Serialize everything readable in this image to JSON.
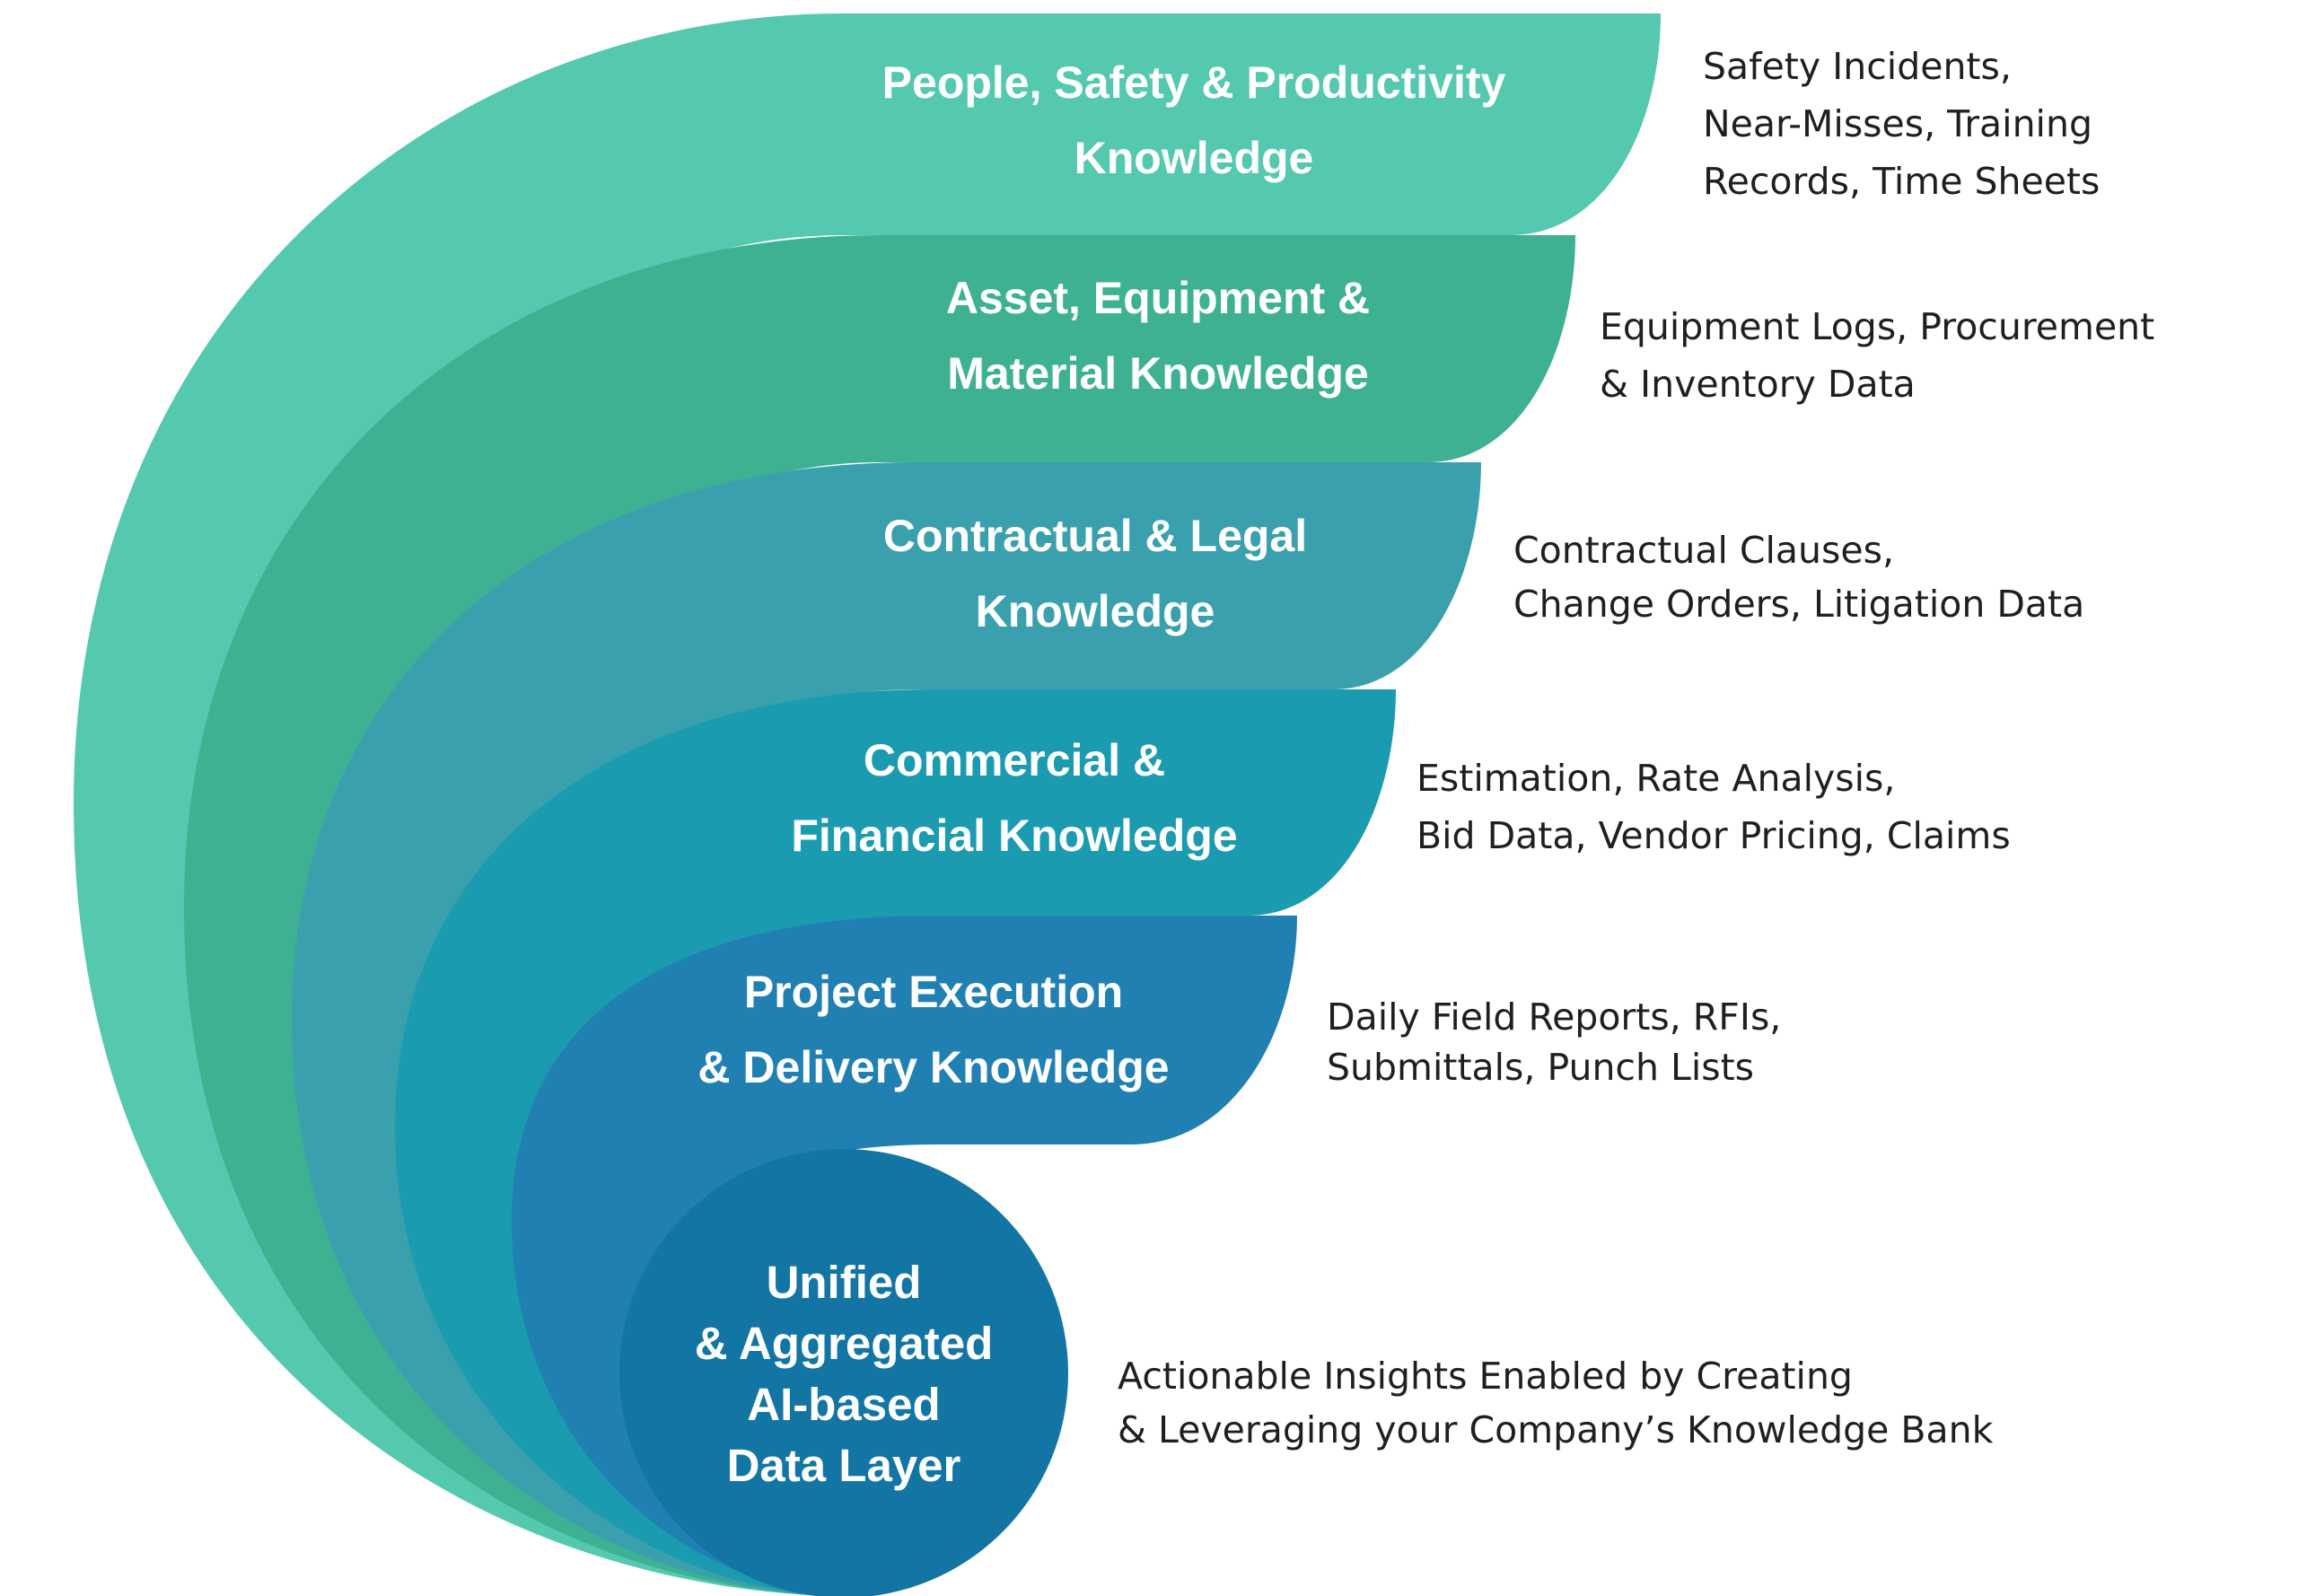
{
  "colors": {
    "band_1": "#55c9b0",
    "band_2": "#3eb193",
    "band_3": "#3aa0ad",
    "band_4": "#1b9bb0",
    "band_5": "#2180b2",
    "core": "#1275a4",
    "label_text": "#ffffff",
    "side_text": "#1f1f1f"
  },
  "layers": [
    {
      "label_lines": [
        "People, Safety & Productivity",
        "Knowledge"
      ],
      "detail_lines": [
        "Safety Incidents,",
        "Near-Misses, Training",
        "Records, Time Sheets"
      ]
    },
    {
      "label_lines": [
        "Asset, Equipment &",
        "Material Knowledge"
      ],
      "detail_lines": [
        "Equipment Logs, Procurement",
        "& Inventory Data"
      ]
    },
    {
      "label_lines": [
        "Contractual & Legal",
        "Knowledge"
      ],
      "detail_lines": [
        "Contractual Clauses,",
        "Change Orders, Litigation Data"
      ]
    },
    {
      "label_lines": [
        "Commercial &",
        "Financial Knowledge"
      ],
      "detail_lines": [
        "Estimation, Rate Analysis,",
        "Bid Data, Vendor Pricing, Claims"
      ]
    },
    {
      "label_lines": [
        "Project Execution",
        "& Delivery Knowledge"
      ],
      "detail_lines": [
        "Daily Field Reports, RFIs,",
        "Submittals, Punch Lists"
      ]
    }
  ],
  "core": {
    "label_lines": [
      "Unified",
      "& Aggregated",
      "AI-based",
      "Data Layer"
    ],
    "detail_lines": [
      "Actionable Insights Enabled by Creating",
      "& Leveraging your Company’s Knowledge Bank"
    ]
  }
}
